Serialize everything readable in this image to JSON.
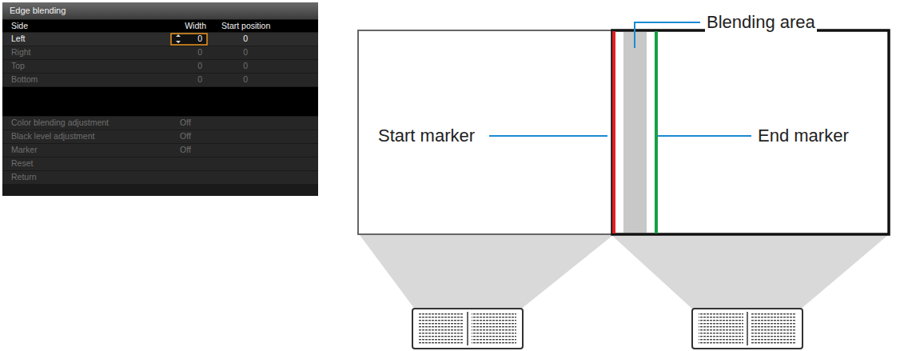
{
  "diagram": {
    "labels": [
      "Edge blending",
      "Side",
      "Width",
      "Start position",
      "Left",
      "0",
      "0",
      "Right",
      "0",
      "0",
      "Top",
      "0",
      "0",
      "Bottom",
      "0",
      "0",
      "Color blending adjustment",
      "Off",
      "Black level adjustment",
      "Off",
      "Marker",
      "Off",
      "Reset",
      "Return",
      "Blending area",
      "Start marker",
      "End marker"
    ]
  }
}
